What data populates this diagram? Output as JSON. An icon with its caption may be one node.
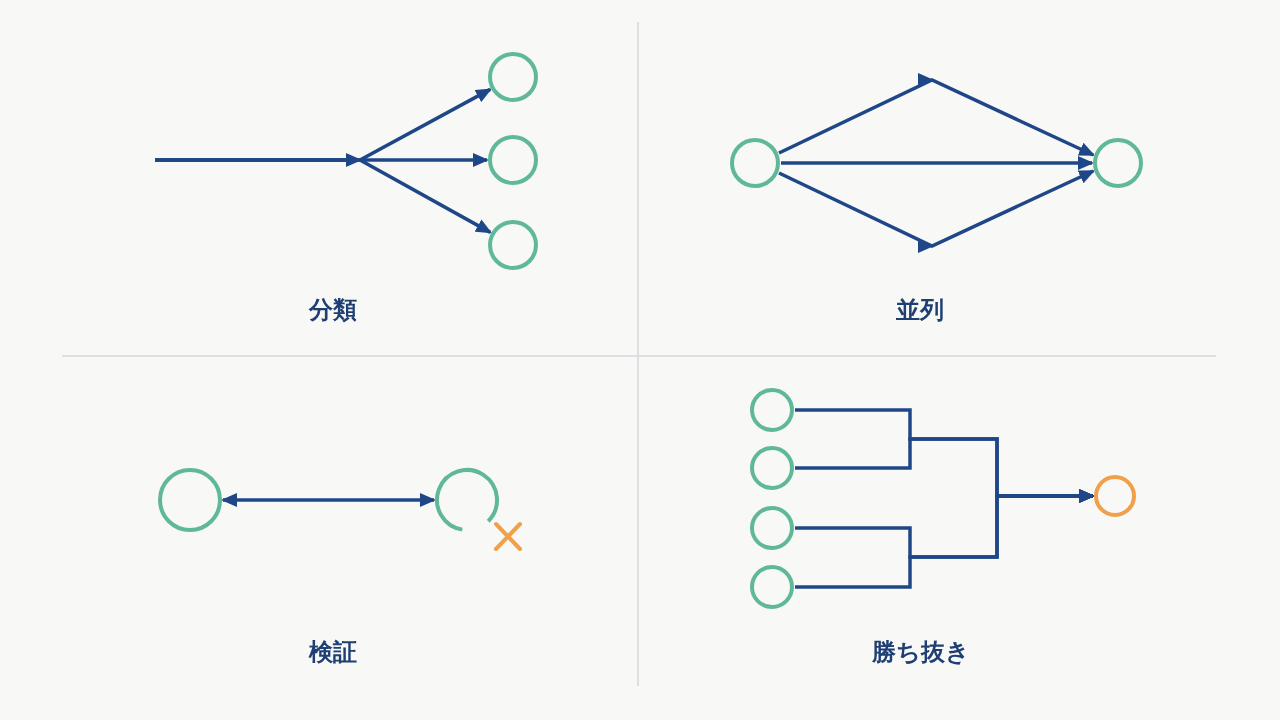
{
  "diagram": {
    "nodes": [
      {
        "text": [],
        "shape": "circle"
      },
      {
        "text": [],
        "shape": "circle"
      },
      {
        "text": [],
        "shape": "circle"
      },
      {
        "text": [],
        "shape": "circle"
      },
      {
        "text": [],
        "shape": "circle"
      },
      {
        "text": [],
        "shape": "circle"
      },
      {
        "text": [],
        "shape": "circle"
      },
      {
        "text": [],
        "shape": "circle"
      },
      {
        "text": [],
        "shape": "circle"
      },
      {
        "text": [],
        "shape": "circle"
      },
      {
        "text": [],
        "shape": "circle"
      },
      {
        "text": [],
        "shape": "circle"
      }
    ],
    "edges": [
      {
        "from": null,
        "to": 0,
        "arrow": "to"
      },
      {
        "from": null,
        "to": 1,
        "arrow": "to"
      },
      {
        "from": null,
        "to": 2,
        "arrow": "to"
      },
      {
        "from": 3,
        "to": 4,
        "arrow": "to"
      },
      {
        "from": 3,
        "to": 4,
        "arrow": "to"
      },
      {
        "from": 3,
        "to": 4,
        "arrow": "to"
      },
      {
        "from": 5,
        "to": 6,
        "arrow": "both"
      },
      {
        "from": 7,
        "to": 11,
        "arrow": "to"
      },
      {
        "from": 8,
        "to": 11,
        "arrow": "to"
      },
      {
        "from": 9,
        "to": 11,
        "arrow": "to"
      },
      {
        "from": 10,
        "to": 11,
        "arrow": "to"
      }
    ],
    "labels": [
      "分類",
      "並列",
      "検証",
      "勝ち抜き"
    ]
  }
}
